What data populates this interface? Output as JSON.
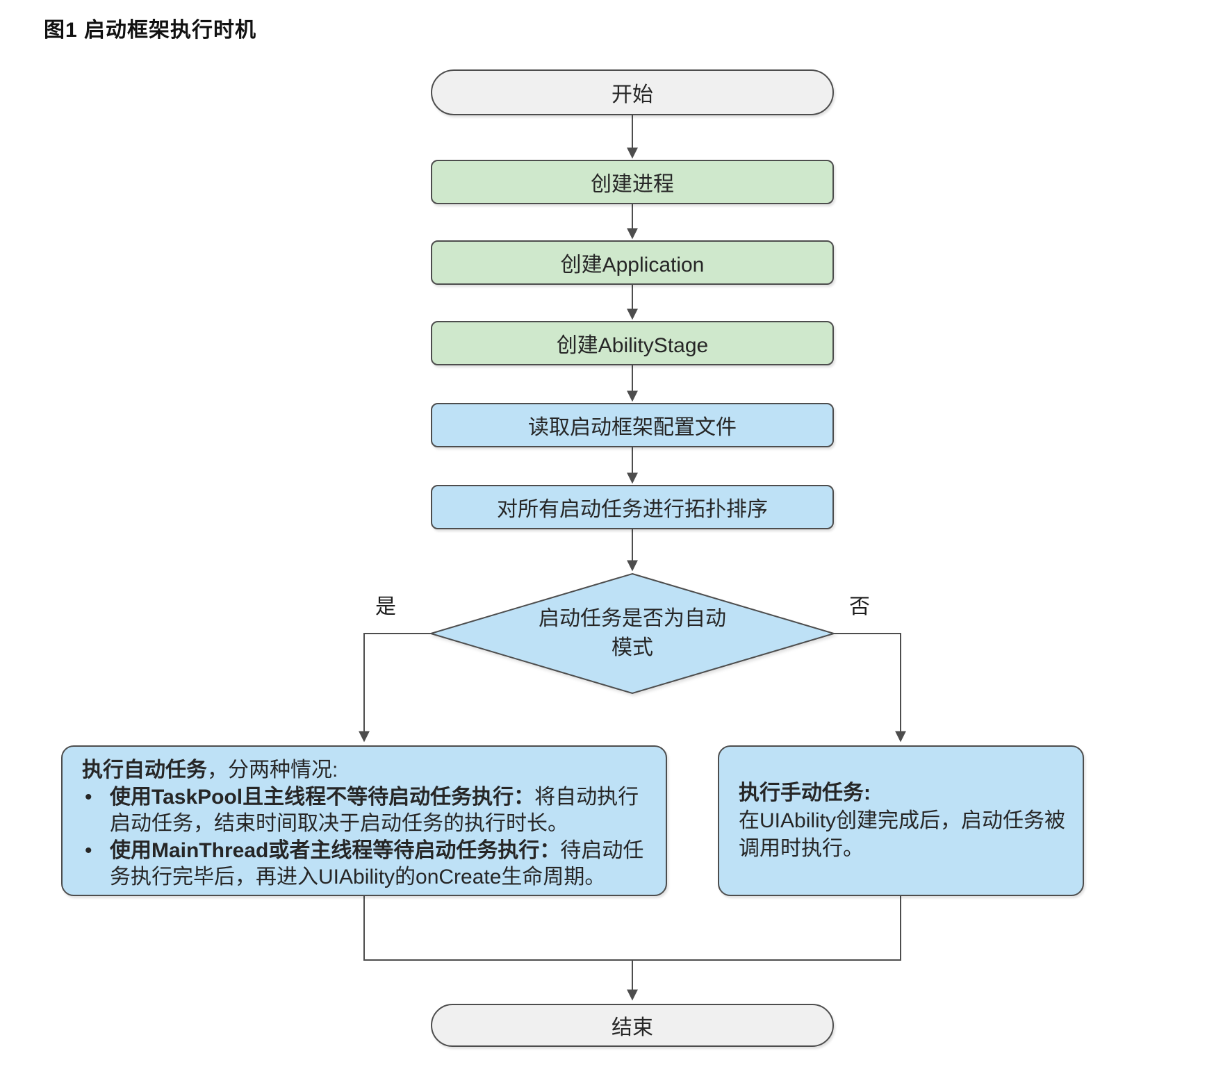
{
  "figure": {
    "title": "图1 启动框架执行时机"
  },
  "colors": {
    "process_green": "#cfe8cc",
    "io_blue": "#bee1f6",
    "terminal_gray": "#f0f0f0",
    "border": "#4d4d4d",
    "connector": "#4d4d4d",
    "text": "#262626"
  },
  "nodes": {
    "start": {
      "label": "开始"
    },
    "create_process": {
      "label": "创建进程"
    },
    "create_application": {
      "label": "创建Application"
    },
    "create_ability_stage": {
      "label": "创建AbilityStage"
    },
    "read_config": {
      "label": "读取启动框架配置文件"
    },
    "topo_sort": {
      "label": "对所有启动任务进行拓扑排序"
    },
    "decision": {
      "line1": "启动任务是否为自动",
      "line2": "模式"
    },
    "auto_task": {
      "heading_bold": "执行自动任务",
      "heading_rest": "，分两种情况:",
      "bullet_marker": "•",
      "bullets": [
        {
          "bold": "使用TaskPool且主线程不等待启动任务执行：",
          "rest": "将自动执行启动任务，结束时间取决于启动任务的执行时长。"
        },
        {
          "bold": "使用MainThread或者主线程等待启动任务执行：",
          "rest": "待启动任务执行完毕后，再进入UIAbility的onCreate生命周期。"
        }
      ]
    },
    "manual_task": {
      "heading": "执行手动任务:",
      "body": "在UIAbility创建完成后，启动任务被调用时执行。"
    },
    "end": {
      "label": "结束"
    }
  },
  "branch_labels": {
    "yes": "是",
    "no": "否"
  }
}
